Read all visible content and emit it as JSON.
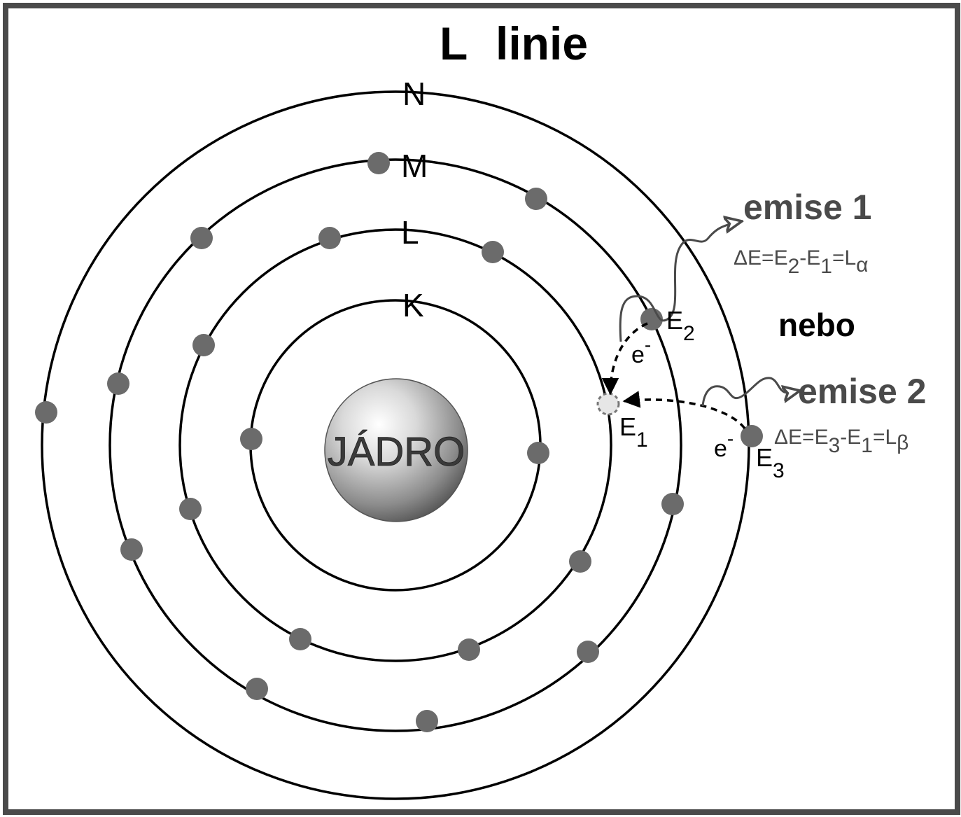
{
  "title": {
    "letter": "L",
    "word": "linie"
  },
  "shells": [
    "K",
    "L",
    "M",
    "N"
  ],
  "nucleus": {
    "label": "JÁDRO"
  },
  "emission1": {
    "label": "emise 1",
    "formula": {
      "delta": "ΔE=E",
      "s2": "2",
      "minus": "-E",
      "s1": "1",
      "eq": "=L",
      "greek": "α"
    }
  },
  "or_label": "nebo",
  "emission2": {
    "label": "emise 2",
    "formula": {
      "delta": "ΔE=E",
      "s3": "3",
      "minus": "-E",
      "s1": "1",
      "eq": "=L",
      "greek": "β"
    }
  },
  "energy_levels": {
    "e1": {
      "base": "E",
      "sub": "1"
    },
    "e2": {
      "base": "E",
      "sub": "2"
    },
    "e3": {
      "base": "E",
      "sub": "3"
    }
  },
  "electron": {
    "base": "e",
    "sup": "-"
  },
  "colors": {
    "frame": "#4a4a4a",
    "electron": "#6b6b6b",
    "orbit": "#000000"
  }
}
